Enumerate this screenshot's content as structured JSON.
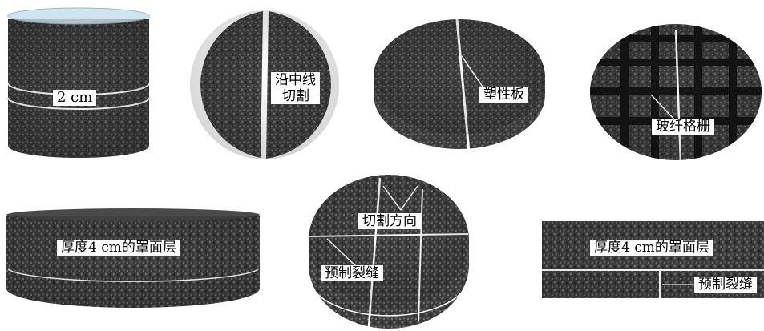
{
  "labels": {
    "cylinder_cut_height": "2 cm",
    "cut_along_centerline_1": "沿中线",
    "cut_along_centerline_2": "切割",
    "plastic_board": "塑性板",
    "glass_fiber_grid": "玻纤格栅",
    "overlay_left": "厚度4 cm的罩面层",
    "cut_direction": "切割方向",
    "precut_crack_center": "预制裂缝",
    "overlay_right": "厚度4 cm的罩面层",
    "precut_crack_right": "预制裂缝"
  },
  "colors": {
    "asphalt_dark": "#3b3b3b",
    "asphalt_mid": "#565656",
    "cut_line": "#ffffff",
    "grid_band": "#151515"
  }
}
